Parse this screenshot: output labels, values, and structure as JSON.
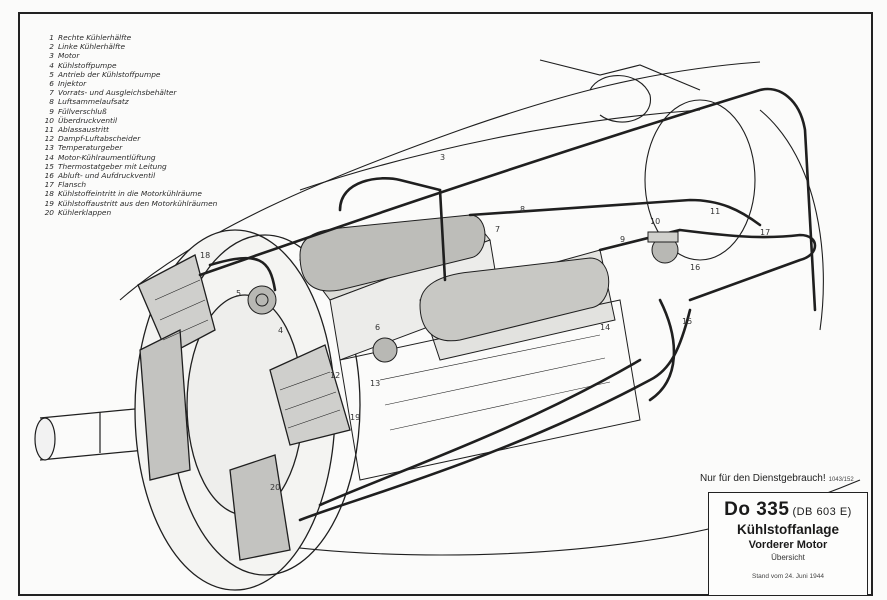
{
  "legend": [
    {
      "num": "1",
      "text": "Rechte Kühlerhälfte"
    },
    {
      "num": "2",
      "text": "Linke Kühlerhälfte"
    },
    {
      "num": "3",
      "text": "Motor"
    },
    {
      "num": "4",
      "text": "Kühlstoffpumpe"
    },
    {
      "num": "5",
      "text": "Antrieb der Kühlstoffpumpe"
    },
    {
      "num": "6",
      "text": "Injektor"
    },
    {
      "num": "7",
      "text": "Vorrats- und Ausgleichsbehälter"
    },
    {
      "num": "8",
      "text": "Luftsammelaufsatz"
    },
    {
      "num": "9",
      "text": "Füllverschluß"
    },
    {
      "num": "10",
      "text": "Überdruckventil"
    },
    {
      "num": "11",
      "text": "Ablassaustritt"
    },
    {
      "num": "12",
      "text": "Dampf-Luftabscheider"
    },
    {
      "num": "13",
      "text": "Temperaturgeber"
    },
    {
      "num": "14",
      "text": "Motor-Kühlraumentlüftung"
    },
    {
      "num": "15",
      "text": "Thermostatgeber mit Leitung"
    },
    {
      "num": "16",
      "text": "Abluft- und Aufdruckventil"
    },
    {
      "num": "17",
      "text": "Flansch"
    },
    {
      "num": "18",
      "text": "Kühlstoffeintritt in die Motorkühlräume"
    },
    {
      "num": "19",
      "text": "Kühlstoffaustritt aus den Motorkühlräumen"
    },
    {
      "num": "20",
      "text": "Kühlerklappen"
    }
  ],
  "notice": {
    "text": "Nur für den Dienstgebrauch!",
    "ref": "1043/152"
  },
  "titleblock": {
    "aircraft": "Do 335",
    "engine": "(DB 603 E)",
    "system": "Kühlstoffanlage",
    "subtitle": "Vorderer Motor",
    "view": "Übersicht",
    "date": "Stand vom 24. Juni 1944"
  },
  "callouts": [
    "3",
    "4",
    "5",
    "6",
    "7",
    "8",
    "9",
    "10",
    "11",
    "12",
    "13",
    "14",
    "15",
    "16",
    "17",
    "18",
    "19",
    "20"
  ]
}
